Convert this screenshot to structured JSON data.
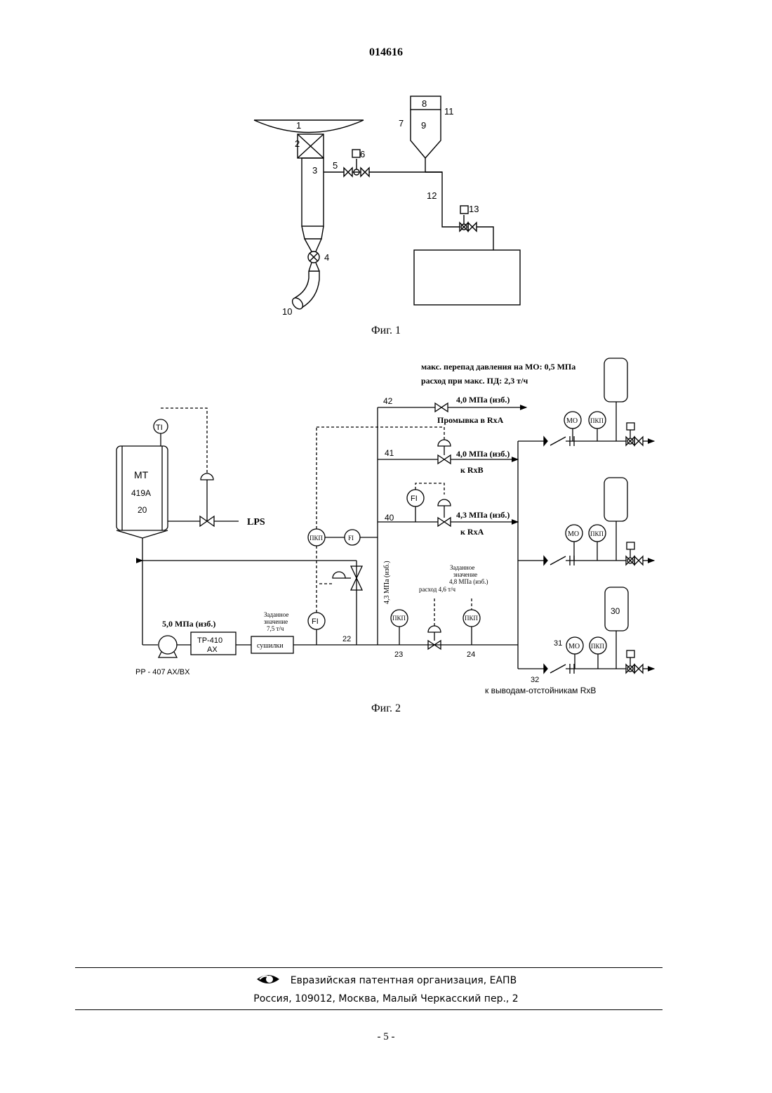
{
  "header": {
    "doc_number": "014616"
  },
  "figure1": {
    "caption": "Фиг. 1",
    "labels": {
      "l1": "1",
      "l2": "2",
      "l3": "3",
      "l4": "4",
      "l5": "5",
      "l6": "6",
      "l7": "7",
      "l8": "8",
      "l9": "9",
      "l10": "10",
      "l11": "11",
      "l12": "12",
      "l13": "13"
    }
  },
  "figure2": {
    "caption": "Фиг. 2",
    "labels": {
      "mo_pressure_drop": "макс. перепад давления на МО: 0,5 МПа",
      "flow_at_max": "расход  при макс. ПД: 2,3 т/ч",
      "line42": "42",
      "p42": "4,0 МПа (изб.)",
      "flush_rxa": "Промывка в  RxA",
      "line41": "41",
      "p41": "4,0 МПа (изб.)",
      "to_rxb": "к  RxB",
      "line40": "40",
      "p40": "4,3 МПа (изб.)",
      "to_rxa": "к  RxA",
      "tank_mt": "MT",
      "tank_419a": "419A",
      "tank_20": "20",
      "ti": "TI",
      "lps": "LPS",
      "pkp": "ПКП",
      "fi": "FI",
      "fi_small": "FI",
      "vertical_pressure": "4,3 МПа (изб.)",
      "setpoint_48_a": "Заданное",
      "setpoint_48_b": "значение",
      "setpoint_48_c": "4,8 МПа (изб.)",
      "flow_46": "расход 4,6 т/ч",
      "setpoint_75_a": "Заданное",
      "setpoint_75_b": "значение",
      "setpoint_75_c": "7,5 т/ч",
      "p50": "5,0 МПа (изб.)",
      "tp410_a": "TP-410",
      "tp410_b": "AX",
      "dryer": "сушилки",
      "pump": "PP - 407 AX/BX",
      "line22": "22",
      "line23": "23",
      "line24": "24",
      "mo": "МО",
      "vessel30": "30",
      "line31": "31",
      "line32": "32",
      "settlers": "к выводам-отстойникам  RxB"
    }
  },
  "footer": {
    "org": "Евразийская патентная организация, ЕАПВ",
    "address": "Россия, 109012, Москва, Малый Черкасский пер., 2",
    "page": "- 5 -"
  }
}
